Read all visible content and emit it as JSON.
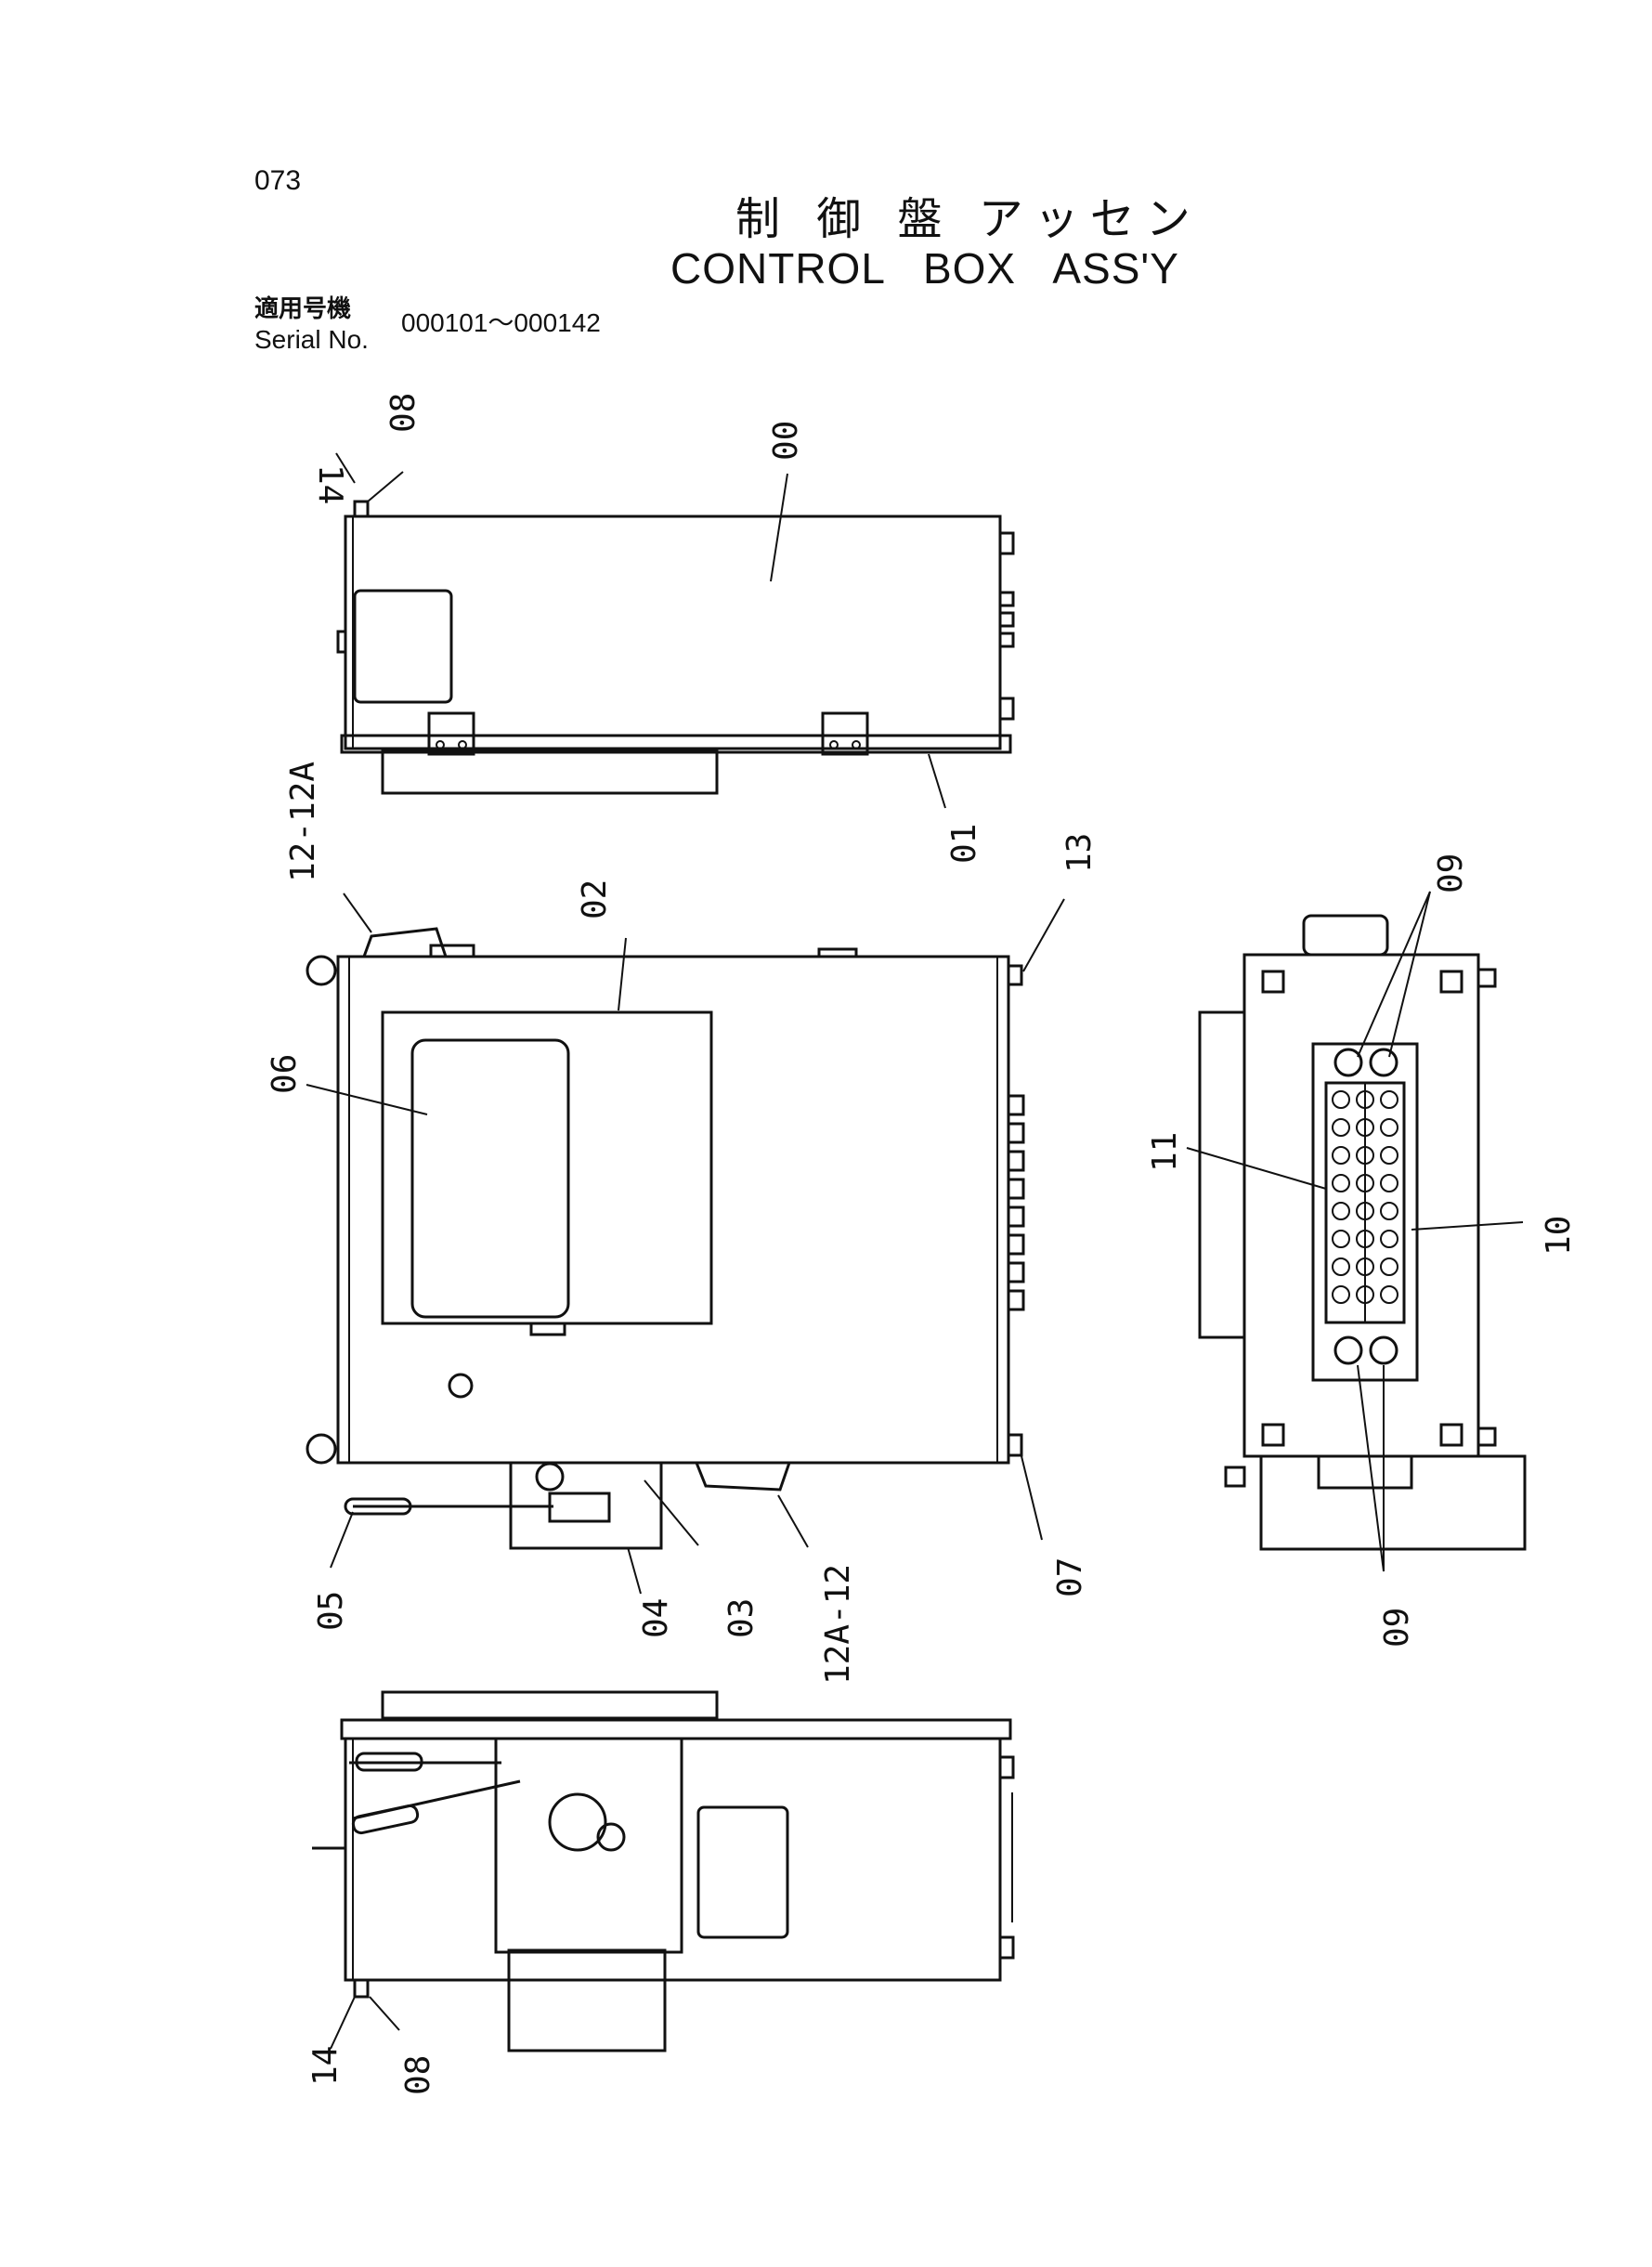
{
  "header": {
    "page_number": "073",
    "title_jp": "制 御 盤 アッセン",
    "title_en": "CONTROL BOX ASS'Y",
    "serial_label_jp": "適用号機",
    "serial_label_en": "Serial No.",
    "serial_range": "000101～000142"
  },
  "callouts": {
    "top_view": [
      "14",
      "08",
      "00",
      "12-12A",
      "01"
    ],
    "front_view": [
      "02",
      "13",
      "06",
      "05",
      "04",
      "03",
      "12A-12",
      "07"
    ],
    "side_view": [
      "09",
      "11",
      "10",
      "09"
    ],
    "bottom_view": [
      "14",
      "08"
    ]
  }
}
